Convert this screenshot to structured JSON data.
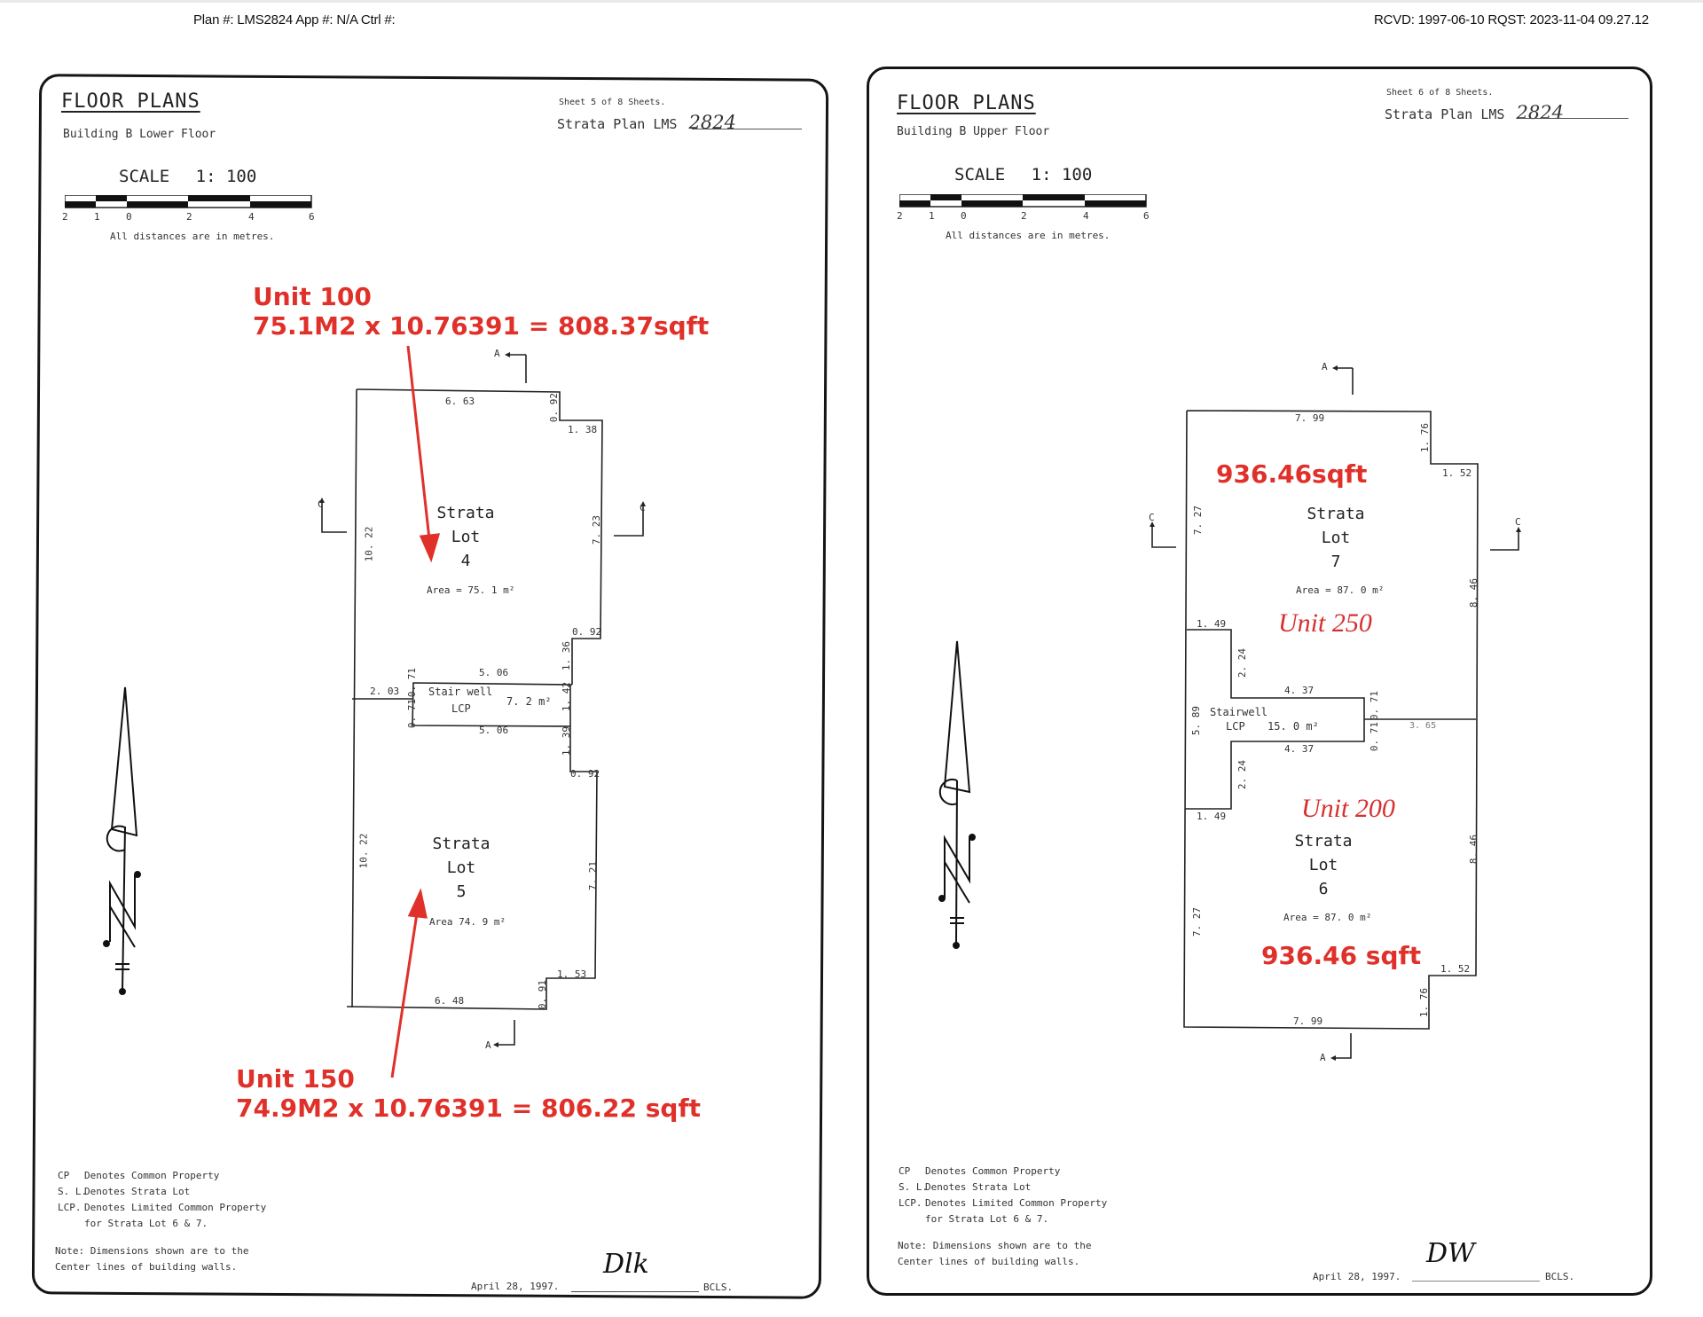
{
  "header": {
    "left": "Plan #: LMS2824 App #: N/A Ctrl #:",
    "right": "RCVD: 1997-06-10 RQST: 2023-11-04 09.27.12"
  },
  "sheets": [
    {
      "title": "FLOOR PLANS",
      "subtitle": "Building B  Lower Floor",
      "sheet_no": "Sheet 5 of 8 Sheets.",
      "plan_label": "Strata Plan LMS",
      "plan_number": "2824",
      "scale_label": "SCALE",
      "scale_value": "1: 100",
      "scale_ticks": [
        "2",
        "1",
        "0",
        "2",
        "4",
        "6"
      ],
      "distances_note": "All distances are in metres.",
      "section_markers": {
        "a_top": "A",
        "a_bottom": "A",
        "c_left": "C",
        "c_right": "C"
      },
      "lots": [
        {
          "label_1": "Strata",
          "label_2": "Lot",
          "number": "4",
          "area": "Area = 75. 1 m²"
        },
        {
          "label_1": "Strata",
          "label_2": "Lot",
          "number": "5",
          "area": "Area 74. 9 m²"
        }
      ],
      "stairwell": {
        "label": "Stair well",
        "type": "LCP",
        "area": "7. 2 m²"
      },
      "dimensions": {
        "top": "6. 63",
        "top_step_v": "0. 92",
        "top_step_h": "1. 38",
        "left_upper": "10. 22",
        "right_upper": "7. 23",
        "mid_step_upper": "0. 92",
        "stair_right_upper": "1. 36",
        "stair_top": "5. 06",
        "stair_left_top": "0. 71",
        "stair_left_h": "2. 03",
        "stair_left_bottom": "0. 71",
        "stair_right": "1. 42",
        "stair_bottom": "5. 06",
        "stair_right_lower": "1. 39",
        "mid_step_lower": "0. 92",
        "left_lower": "10. 22",
        "right_lower": "7. 21",
        "bottom_step_h": "1. 53",
        "bottom_step_v": "0. 91",
        "bottom": "6. 48"
      },
      "annotations": [
        {
          "unit": "Unit 100",
          "calc": "75.1M2 x 10.76391 = 808.37sqft"
        },
        {
          "unit": "Unit 150",
          "calc": "74.9M2 x 10.76391 = 806.22 sqft"
        }
      ],
      "legend": [
        {
          "abbr": "CP",
          "text": "Denotes Common Property"
        },
        {
          "abbr": "S. L.",
          "text": "Denotes Strata Lot"
        },
        {
          "abbr": "LCP.",
          "text": "Denotes Limited Common Property"
        },
        {
          "abbr": "",
          "text": "for Strata Lot 6 & 7."
        }
      ],
      "note_1": "Note: Dimensions shown are to the",
      "note_2": "Center lines of building walls.",
      "date": "April  28, 1997.",
      "signature": "Dlk",
      "bcls": "BCLS."
    },
    {
      "title": "FLOOR PLANS",
      "subtitle": "Building B  Upper Floor",
      "sheet_no": "Sheet 6 of 8 Sheets.",
      "plan_label": "Strata Plan LMS",
      "plan_number": "2824",
      "scale_label": "SCALE",
      "scale_value": "1: 100",
      "scale_ticks": [
        "2",
        "1",
        "0",
        "2",
        "4",
        "6"
      ],
      "distances_note": "All distances are in metres.",
      "section_markers": {
        "a_top": "A",
        "a_bottom": "A",
        "c_left": "C",
        "c_right": "C"
      },
      "lots": [
        {
          "label_1": "Strata",
          "label_2": "Lot",
          "number": "7",
          "area": "Area = 87. 0 m²"
        },
        {
          "label_1": "Strata",
          "label_2": "Lot",
          "number": "6",
          "area": "Area = 87. 0 m²"
        }
      ],
      "stairwell": {
        "label": "Stairwell",
        "type": "LCP",
        "area": "15. 0 m²"
      },
      "dimensions": {
        "top": "7. 99",
        "top_step_v": "1. 76",
        "top_step_h": "1. 52",
        "left_upper": "7. 27",
        "right_upper": "8. 46",
        "notch_top_h": "1. 49",
        "notch_upper_v": "2. 24",
        "stair_top": "4. 37",
        "stair_left": "5. 89",
        "stair_right_upper": "0. 71",
        "stair_right_lower": "0. 71",
        "divider": "3. 65",
        "stair_bottom": "4. 37",
        "notch_lower_v": "2. 24",
        "notch_bottom_h": "1. 49",
        "left_lower": "7. 27",
        "right_lower": "8. 46",
        "bottom_step_h": "1. 52",
        "bottom_step_v": "1. 76",
        "bottom": "7. 99"
      },
      "annotations": [
        {
          "unit": "Unit 250",
          "calc": "936.46sqft"
        },
        {
          "unit": "Unit 200",
          "calc": "936.46 sqft"
        }
      ],
      "legend": [
        {
          "abbr": "CP",
          "text": "Denotes Common Property"
        },
        {
          "abbr": "S. L.",
          "text": "Denotes Strata Lot"
        },
        {
          "abbr": "LCP.",
          "text": "Denotes Limited Common Property"
        },
        {
          "abbr": "",
          "text": "for Strata Lot 6 & 7."
        }
      ],
      "note_1": "Note: Dimensions shown are to the",
      "note_2": "Center lines of building walls.",
      "date": "April  28, 1997.",
      "signature": "DW",
      "bcls": "BCLS."
    }
  ],
  "colors": {
    "annotation_red": "#e0302a",
    "ink": "#151515"
  }
}
